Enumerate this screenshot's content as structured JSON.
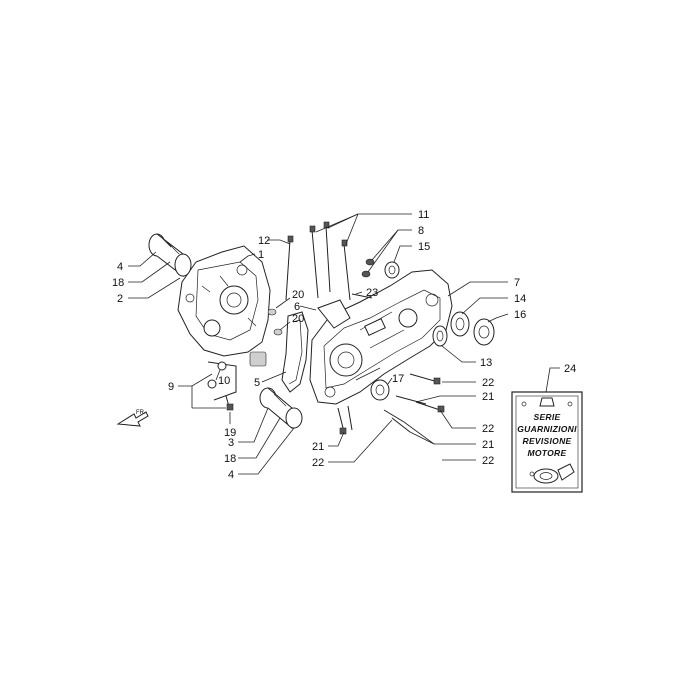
{
  "labels": {
    "l1": "1",
    "l2": "2",
    "l3": "3",
    "l4a": "4",
    "l4b": "4",
    "l5": "5",
    "l6": "6",
    "l7": "7",
    "l8": "8",
    "l9": "9",
    "l10": "10",
    "l11": "11",
    "l12": "12",
    "l13": "13",
    "l14": "14",
    "l15": "15",
    "l16": "16",
    "l17": "17",
    "l18a": "18",
    "l18b": "18",
    "l19": "19",
    "l20a": "20",
    "l20b": "20",
    "l21a": "21",
    "l21b": "21",
    "l21c": "21",
    "l22a": "22",
    "l22b": "22",
    "l22c": "22",
    "l22d": "22",
    "l23": "23",
    "l24": "24"
  },
  "kit_card": {
    "line1": "SERIE",
    "line2": "GUARNIZIONI",
    "line3": "REVISIONE",
    "line4": "MOTORE"
  },
  "direction_marker": "FR."
}
